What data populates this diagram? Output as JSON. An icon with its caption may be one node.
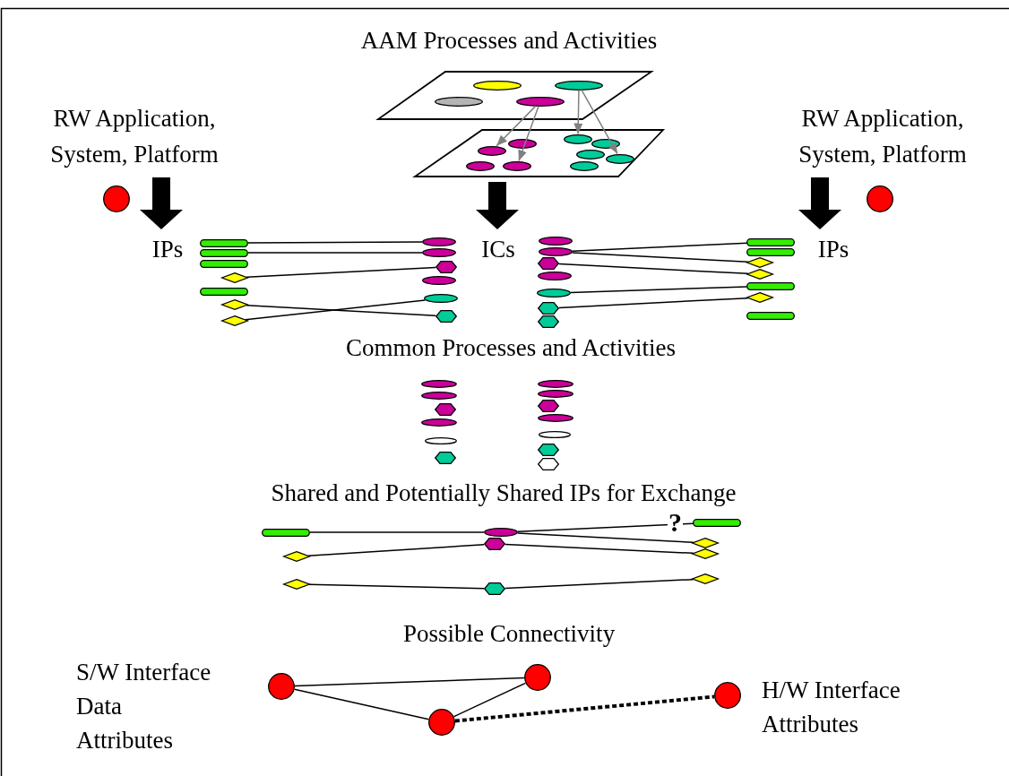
{
  "diagram": {
    "nodes": [
      {
        "text": [],
        "shape": "parallelogram"
      },
      {
        "text": [],
        "shape": "ellipse",
        "in": 0
      },
      {
        "text": [],
        "shape": "ellipse",
        "in": 0
      },
      {
        "text": [],
        "shape": "ellipse",
        "in": 0
      },
      {
        "text": [],
        "shape": "ellipse",
        "in": 0
      },
      {
        "text": [],
        "shape": "parallelogram"
      },
      {
        "text": [],
        "shape": "ellipse",
        "in": 5
      },
      {
        "text": [],
        "shape": "ellipse",
        "in": 5
      },
      {
        "text": [],
        "shape": "ellipse",
        "in": 5
      },
      {
        "text": [],
        "shape": "ellipse",
        "in": 5
      },
      {
        "text": [],
        "shape": "ellipse",
        "in": 5
      },
      {
        "text": [],
        "shape": "ellipse",
        "in": 5
      },
      {
        "text": [],
        "shape": "ellipse",
        "in": 5
      },
      {
        "text": [],
        "shape": "ellipse",
        "in": 5
      },
      {
        "text": [],
        "shape": "ellipse",
        "in": 5
      },
      {
        "text": [
          "RW Application, System, Platform"
        ]
      },
      {
        "text": [
          "RW Application, System, Platform"
        ]
      },
      {
        "text": [],
        "shape": "circle"
      },
      {
        "text": [],
        "shape": "circle"
      },
      {
        "text": [
          "IPs"
        ]
      },
      {
        "text": [
          "ICs"
        ]
      },
      {
        "text": [
          "IPs"
        ]
      },
      {
        "text": [],
        "shape": "bar"
      },
      {
        "text": [],
        "shape": "bar"
      },
      {
        "text": [],
        "shape": "bar"
      },
      {
        "text": [],
        "shape": "diamond"
      },
      {
        "text": [],
        "shape": "bar"
      },
      {
        "text": [],
        "shape": "diamond"
      },
      {
        "text": [],
        "shape": "diamond"
      },
      {
        "text": [],
        "shape": "ellipse"
      },
      {
        "text": [],
        "shape": "ellipse"
      },
      {
        "text": [],
        "shape": "hexagon"
      },
      {
        "text": [],
        "shape": "ellipse"
      },
      {
        "text": [],
        "shape": "ellipse"
      },
      {
        "text": [],
        "shape": "hexagon"
      },
      {
        "text": [],
        "shape": "ellipse"
      },
      {
        "text": [],
        "shape": "ellipse"
      },
      {
        "text": [],
        "shape": "hexagon"
      },
      {
        "text": [],
        "shape": "ellipse"
      },
      {
        "text": [],
        "shape": "ellipse"
      },
      {
        "text": [],
        "shape": "hexagon"
      },
      {
        "text": [],
        "shape": "hexagon"
      },
      {
        "text": [],
        "shape": "bar"
      },
      {
        "text": [],
        "shape": "bar"
      },
      {
        "text": [],
        "shape": "diamond"
      },
      {
        "text": [],
        "shape": "diamond"
      },
      {
        "text": [],
        "shape": "bar"
      },
      {
        "text": [],
        "shape": "diamond"
      },
      {
        "text": [],
        "shape": "bar"
      },
      {
        "text": [],
        "shape": "ellipse"
      },
      {
        "text": [],
        "shape": "ellipse"
      },
      {
        "text": [],
        "shape": "hexagon"
      },
      {
        "text": [],
        "shape": "ellipse"
      },
      {
        "text": [],
        "shape": "ellipse"
      },
      {
        "text": [],
        "shape": "hexagon"
      },
      {
        "text": [],
        "shape": "ellipse"
      },
      {
        "text": [],
        "shape": "ellipse"
      },
      {
        "text": [],
        "shape": "hexagon"
      },
      {
        "text": [],
        "shape": "ellipse"
      },
      {
        "text": [],
        "shape": "ellipse"
      },
      {
        "text": [],
        "shape": "hexagon"
      },
      {
        "text": [],
        "shape": "hexagon"
      },
      {
        "text": [],
        "shape": "bar"
      },
      {
        "text": [],
        "shape": "ellipse"
      },
      {
        "text": [],
        "shape": "bar"
      },
      {
        "text": [],
        "shape": "hexagon"
      },
      {
        "text": [],
        "shape": "diamond"
      },
      {
        "text": [],
        "shape": "diamond"
      },
      {
        "text": [],
        "shape": "diamond"
      },
      {
        "text": [],
        "shape": "diamond"
      },
      {
        "text": [],
        "shape": "diamond"
      },
      {
        "text": [],
        "shape": "hexagon"
      },
      {
        "text": [],
        "shape": "circle",
        "beside": [
          "S/W Interface Data Attributes"
        ]
      },
      {
        "text": [],
        "shape": "circle"
      },
      {
        "text": [],
        "shape": "circle"
      },
      {
        "text": [],
        "shape": "circle",
        "beside": [
          "H/W Interface Attributes"
        ]
      }
    ],
    "edges": [
      {
        "from": 4,
        "to": 7,
        "arrow": "to",
        "color": "#808080"
      },
      {
        "from": 4,
        "to": 9,
        "arrow": "to",
        "color": "#808080"
      },
      {
        "from": 2,
        "to": 10,
        "arrow": "to",
        "color": "#808080"
      },
      {
        "from": 2,
        "to": 13,
        "arrow": "to",
        "color": "#808080"
      },
      {
        "from": 15,
        "to": 19,
        "arrow": "to",
        "style": "thick"
      },
      {
        "from": 5,
        "to": 20,
        "arrow": "to",
        "style": "thick"
      },
      {
        "from": 16,
        "to": 21,
        "arrow": "to",
        "style": "thick"
      },
      {
        "from": 22,
        "to": 29,
        "arrow": "none"
      },
      {
        "from": 23,
        "to": 30,
        "arrow": "none"
      },
      {
        "from": 25,
        "to": 31,
        "arrow": "none"
      },
      {
        "from": 27,
        "to": 34,
        "arrow": "none"
      },
      {
        "from": 28,
        "to": 33,
        "arrow": "none"
      },
      {
        "from": 36,
        "to": 42,
        "arrow": "none"
      },
      {
        "from": 36,
        "to": 44,
        "arrow": "none"
      },
      {
        "from": 37,
        "to": 45,
        "arrow": "none"
      },
      {
        "from": 39,
        "to": 46,
        "arrow": "none"
      },
      {
        "from": 40,
        "to": 47,
        "arrow": "none"
      },
      {
        "from": 62,
        "to": 63,
        "arrow": "none"
      },
      {
        "from": 63,
        "to": 64,
        "arrow": "none",
        "label": "?"
      },
      {
        "from": 63,
        "to": 66,
        "arrow": "none"
      },
      {
        "from": 67,
        "to": 65,
        "arrow": "none"
      },
      {
        "from": 65,
        "to": 68,
        "arrow": "none"
      },
      {
        "from": 69,
        "to": 71,
        "arrow": "none"
      },
      {
        "from": 71,
        "to": 70,
        "arrow": "none"
      },
      {
        "from": 72,
        "to": 73,
        "arrow": "none"
      },
      {
        "from": 72,
        "to": 74,
        "arrow": "none"
      },
      {
        "from": 74,
        "to": 73,
        "arrow": "none"
      },
      {
        "from": 74,
        "to": 75,
        "arrow": "none",
        "style": "dashed"
      }
    ],
    "labels": [
      "AAM Processes and Activities",
      "Common Processes and Activities",
      "Shared and Potentially Shared IPs for Exchange",
      "Possible Connectivity"
    ]
  }
}
